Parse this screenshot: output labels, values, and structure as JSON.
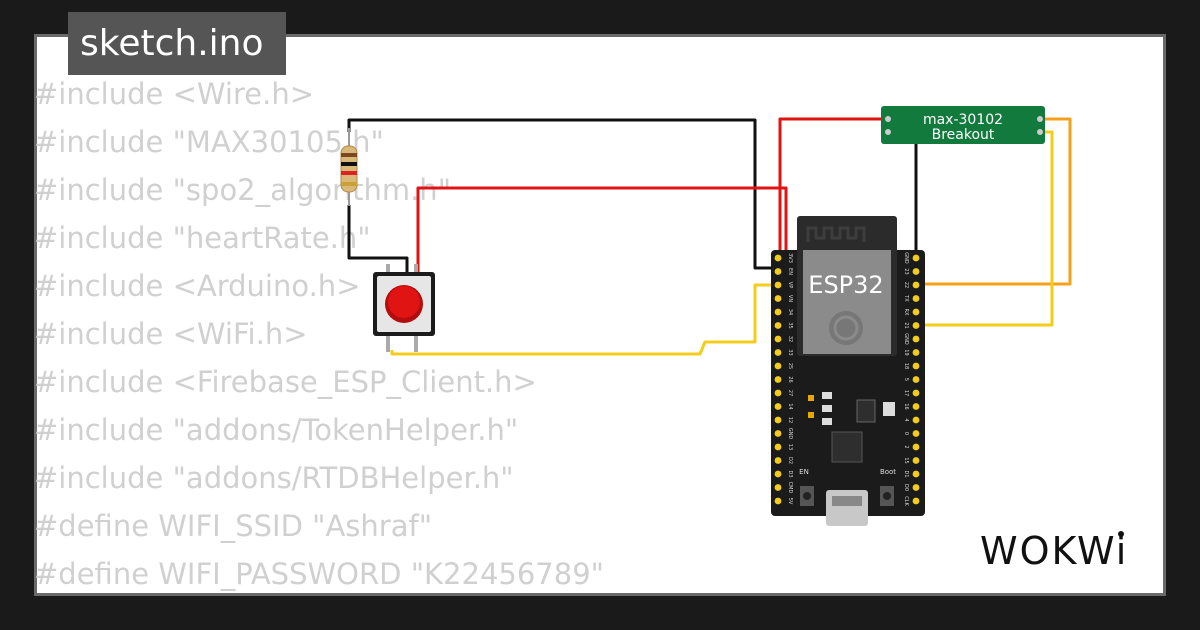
{
  "tab": {
    "filename": "sketch.ino"
  },
  "code_lines": [
    "#include <Wire.h>",
    "#include \"MAX30105.h\"",
    "#include \"spo2_algorithm.h\"",
    "#include \"heartRate.h\"",
    "#include <Arduino.h>",
    "#include <WiFi.h>",
    "#include <Firebase_ESP_Client.h>",
    "#include \"addons/TokenHelper.h\"",
    "#include \"addons/RTDBHelper.h\"",
    "#define WIFI_SSID \"Ashraf\"",
    "#define WIFI_PASSWORD \"K22456789\""
  ],
  "diagram": {
    "esp32": {
      "label": "ESP32",
      "left_pins": [
        "3V3",
        "EN",
        "VP",
        "VN",
        "34",
        "35",
        "32",
        "33",
        "25",
        "26",
        "27",
        "14",
        "12",
        "GND",
        "13",
        "D2",
        "D3",
        "CMD",
        "5V"
      ],
      "right_pins": [
        "GND",
        "23",
        "22",
        "TX",
        "RX",
        "21",
        "GND",
        "19",
        "18",
        "5",
        "17",
        "16",
        "4",
        "0",
        "2",
        "15",
        "D1",
        "D0",
        "CLK"
      ],
      "en_label": "EN",
      "boot_label": "Boot"
    },
    "sensor": {
      "line1": "max-30102",
      "line2": "Breakout"
    },
    "components": {
      "resistor": "resistor",
      "button": "pushbutton"
    },
    "wire_colors": {
      "black": "#111111",
      "red": "#e11414",
      "yellow": "#f4cc1a",
      "orange": "#f5a01a"
    }
  },
  "brand": {
    "logo_text": "WOKWi"
  },
  "colors": {
    "background": "#1a1a1a",
    "card": "#ffffff",
    "badge": "#555555",
    "code_text": "#d0d0d0",
    "board": "#1b1b1b",
    "sensor_board": "#127a3c"
  }
}
